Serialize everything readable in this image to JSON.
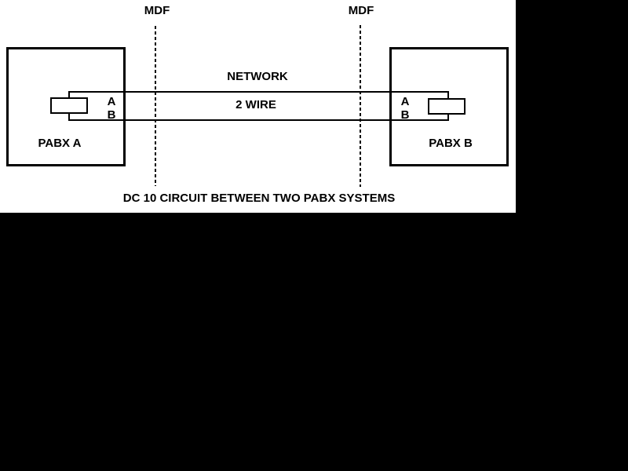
{
  "diagram": {
    "title_caption": "DC 10 CIRCUIT BETWEEN TWO PABX SYSTEMS",
    "mdf_left_label": "MDF",
    "mdf_right_label": "MDF",
    "network_label": "NETWORK",
    "wire_label": "2 WIRE",
    "pabx_a": {
      "label": "PABX A",
      "port_a": "A",
      "port_b": "B"
    },
    "pabx_b": {
      "label": "PABX B",
      "port_a": "A",
      "port_b": "B"
    },
    "colors": {
      "background": "#000000",
      "panel": "#ffffff",
      "line": "#000000",
      "text": "#000000"
    }
  }
}
